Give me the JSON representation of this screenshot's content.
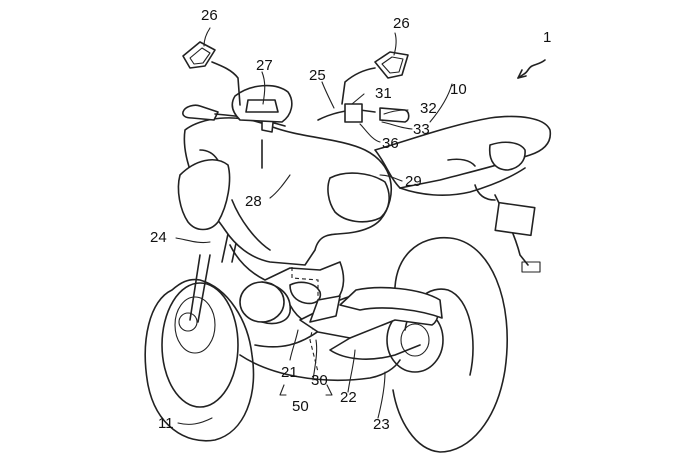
{
  "labels": {
    "l1": "1",
    "l10": "10",
    "l11": "11",
    "l21": "21",
    "l22": "22",
    "l23": "23",
    "l24": "24",
    "l25": "25",
    "l26a": "26",
    "l26b": "26",
    "l27": "27",
    "l28": "28",
    "l29": "29",
    "l30": "30",
    "l31": "31",
    "l32": "32",
    "l33": "33",
    "l36": "36",
    "l50": "50"
  }
}
